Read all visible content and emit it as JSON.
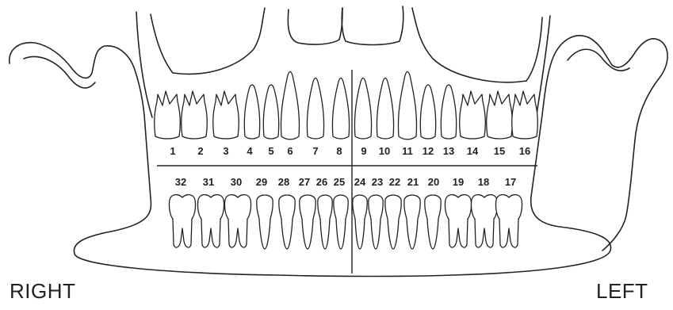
{
  "labels": {
    "right": "RIGHT",
    "left": "LEFT"
  },
  "upper_teeth": [
    "1",
    "2",
    "3",
    "4",
    "5",
    "6",
    "7",
    "8",
    "9",
    "10",
    "11",
    "12",
    "13",
    "14",
    "15",
    "16"
  ],
  "lower_teeth": [
    "32",
    "31",
    "30",
    "29",
    "28",
    "27",
    "26",
    "25",
    "24",
    "23",
    "22",
    "21",
    "20",
    "19",
    "18",
    "17"
  ],
  "colors": {
    "line": "#222222",
    "background": "#ffffff"
  }
}
